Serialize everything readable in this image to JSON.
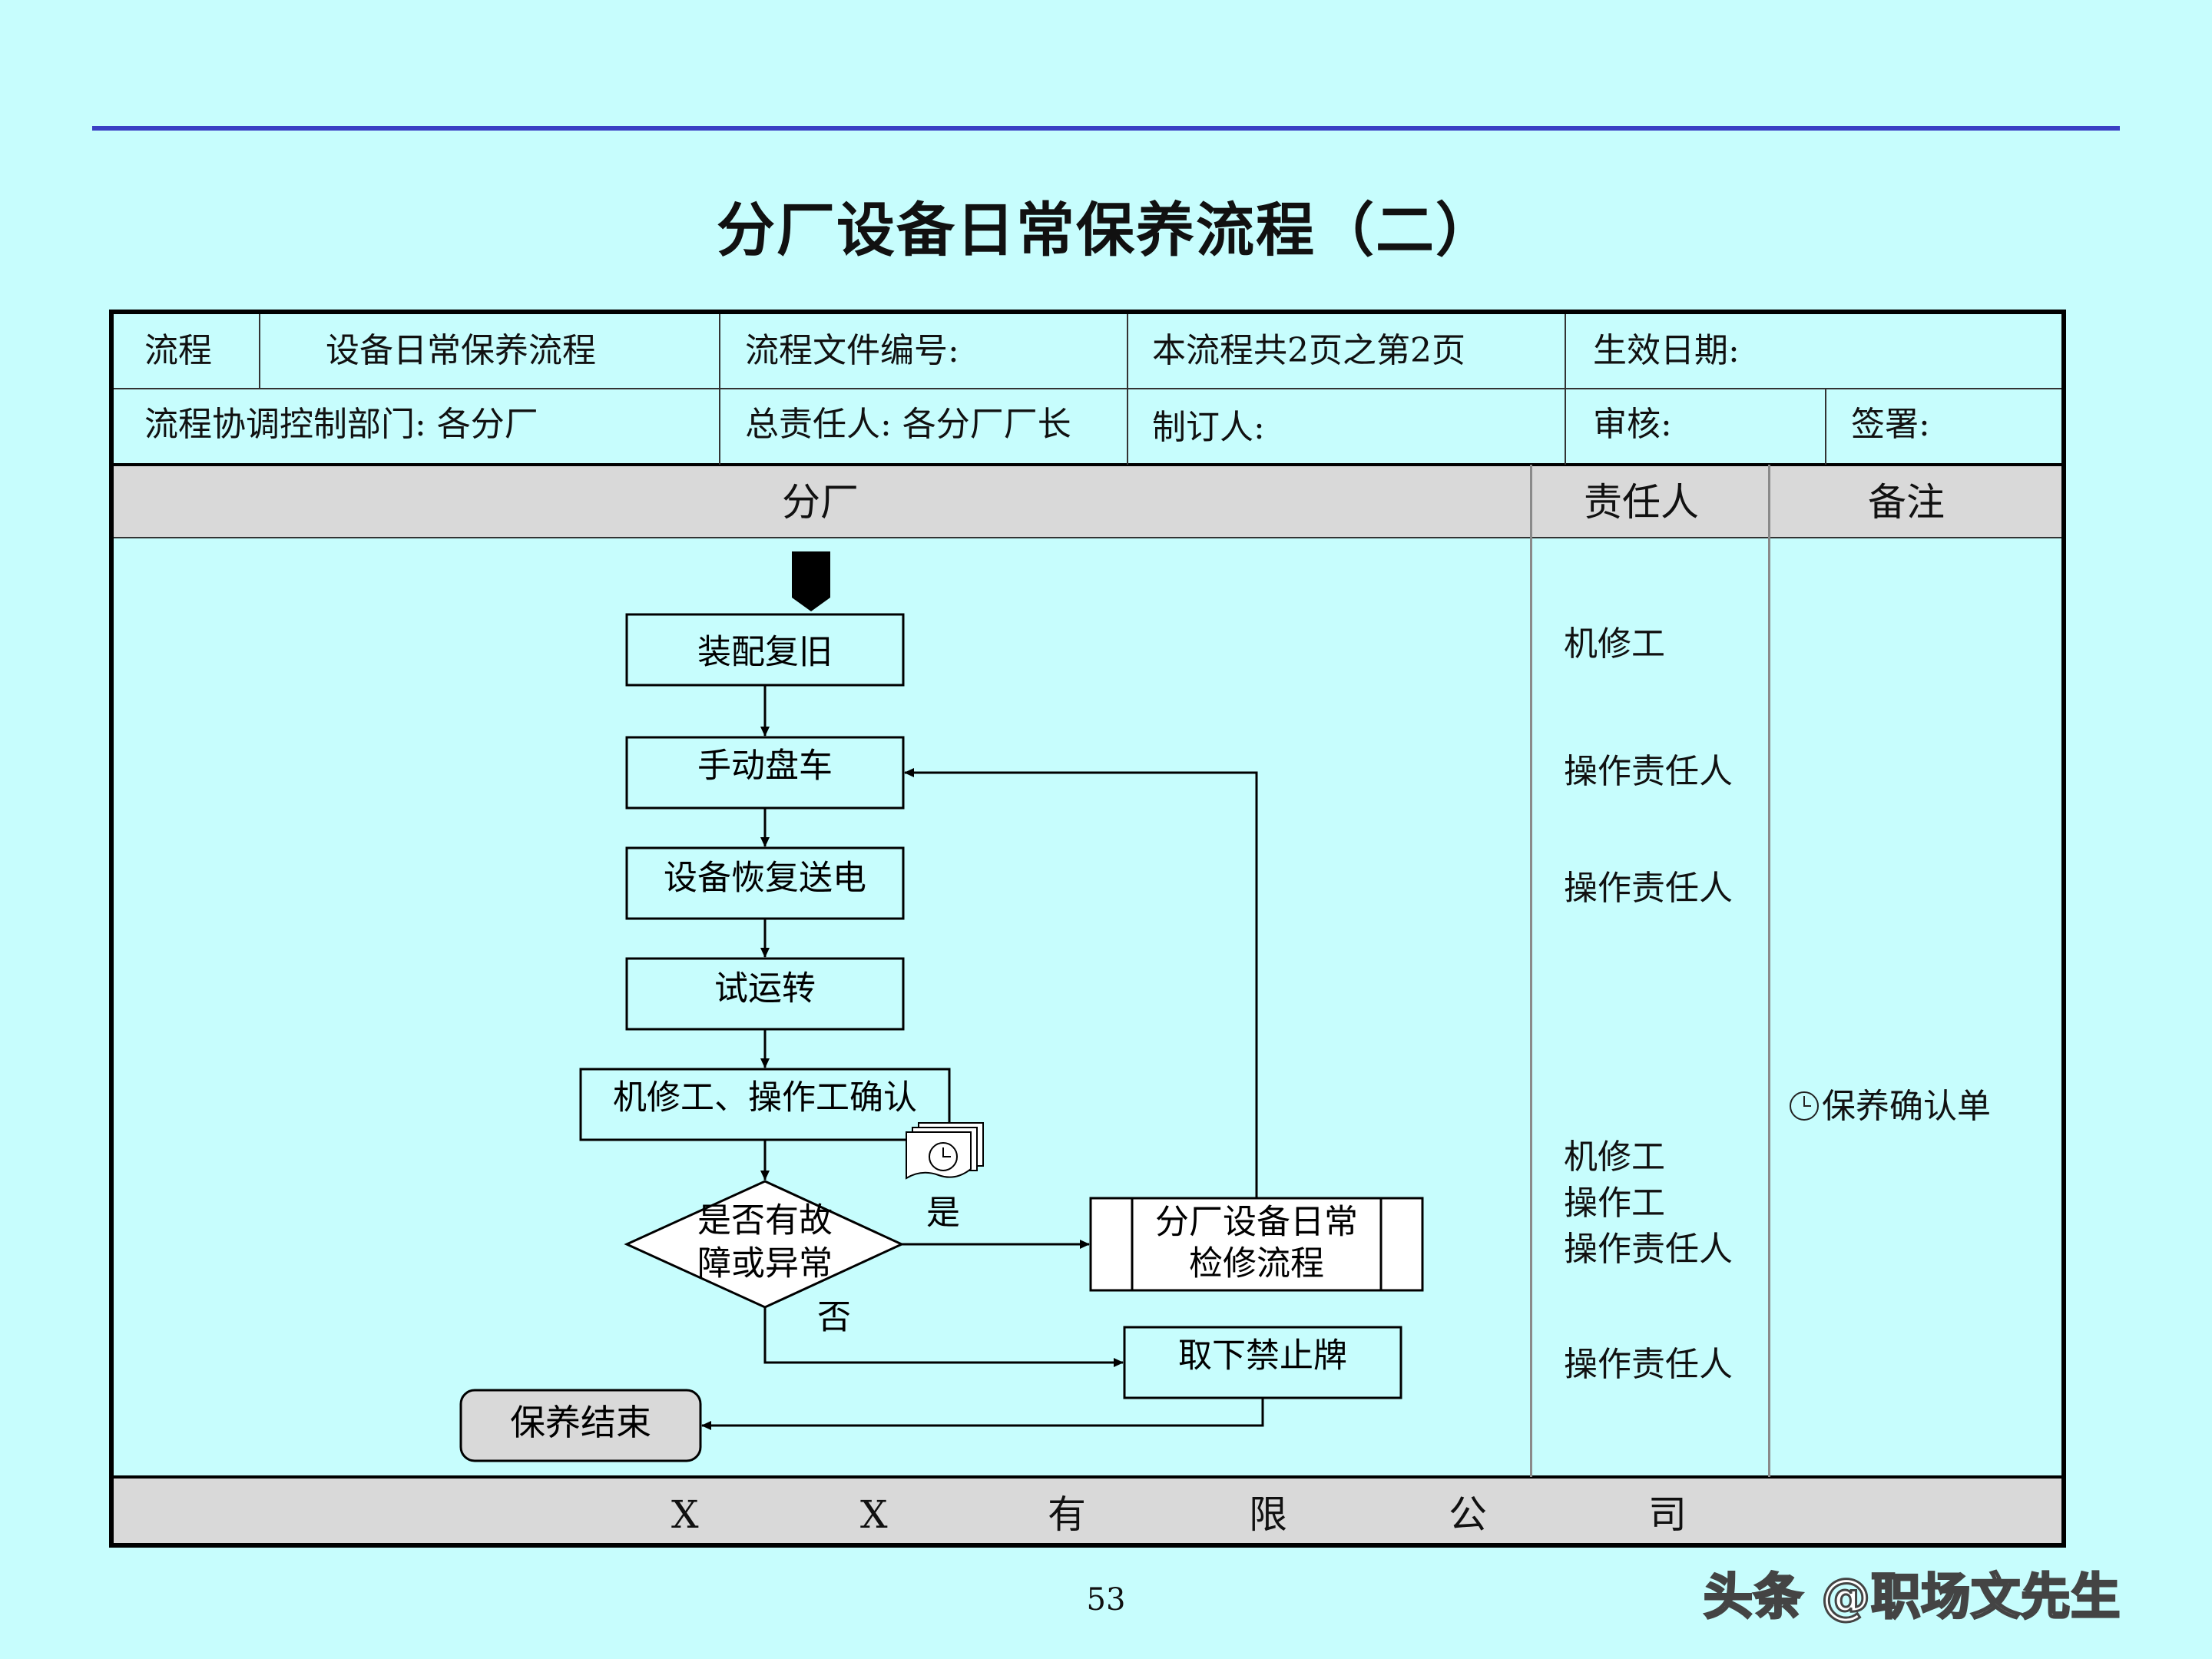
{
  "page": {
    "title": "分厂设备日常保养流程（二）",
    "page_number": "53",
    "watermark": "头条 @职场文先生"
  },
  "header": {
    "row1": {
      "label_process": "流程",
      "process_name": "设备日常保养流程",
      "file_no": "流程文件编号:",
      "pages": "本流程共2页之第2页",
      "effective_date": "生效日期:"
    },
    "row2": {
      "dept": "流程协调控制部门:  各分厂",
      "owner": "总责任人: 各分厂厂长",
      "author": "制订人:",
      "review": "审核:",
      "sign": "签署:"
    }
  },
  "columns": {
    "main": "分厂",
    "responsible": "责任人",
    "notes": "备注"
  },
  "flow": {
    "steps": [
      "装配复旧",
      "手动盘车",
      "设备恢复送电",
      "试运转",
      "机修工、操作工确认"
    ],
    "decision_line1": "是否有故",
    "decision_line2": "障或异常",
    "yes_label": "是",
    "no_label": "否",
    "subprocess_line1": "分厂设备日常",
    "subprocess_line2": "检修流程",
    "remove_sign": "取下禁止牌",
    "end": "保养结束"
  },
  "responsible": [
    "机修工",
    "操作责任人",
    "操作责任人",
    "机修工",
    "操作工",
    "操作责任人",
    "操作责任人"
  ],
  "notes": {
    "doc": "保养确认单",
    "doc_icon": "clock-document-icon"
  },
  "footer": {
    "chars": [
      "X",
      "X",
      "有",
      "限",
      "公",
      "司"
    ]
  },
  "colors": {
    "background": "#c7fdfd",
    "rule": "#3a3fc4",
    "band": "#d9d9d9"
  }
}
